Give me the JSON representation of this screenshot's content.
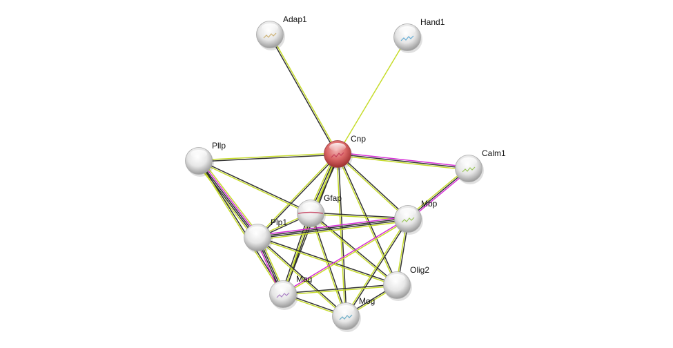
{
  "edge_colors": {
    "coexpression": "#333333",
    "textmining": "#c6dc2a",
    "experiments": "#d62ed6"
  },
  "query_color": "#d96565",
  "nodes": [
    {
      "id": "Adap1",
      "label": "Adap1",
      "query": false,
      "structure": "tan"
    },
    {
      "id": "Hand1",
      "label": "Hand1",
      "query": false,
      "structure": "blue-green"
    },
    {
      "id": "Cnp",
      "label": "Cnp",
      "query": true,
      "structure": "red"
    },
    {
      "id": "Pllp",
      "label": "Pllp",
      "query": false,
      "structure": "none"
    },
    {
      "id": "Calm1",
      "label": "Calm1",
      "query": false,
      "structure": "green"
    },
    {
      "id": "Gfap",
      "label": "Gfap",
      "query": false,
      "structure": "red"
    },
    {
      "id": "Mbp",
      "label": "Mbp",
      "query": false,
      "structure": "green"
    },
    {
      "id": "Plp1",
      "label": "Plp1",
      "query": false,
      "structure": "none"
    },
    {
      "id": "Olig2",
      "label": "Olig2",
      "query": false,
      "structure": "none"
    },
    {
      "id": "Mag",
      "label": "Mag",
      "query": false,
      "structure": "purple"
    },
    {
      "id": "Mog",
      "label": "Mog",
      "query": false,
      "structure": "multicolor"
    }
  ],
  "edges": [
    [
      "Cnp",
      "Adap1",
      [
        "coexpression",
        "textmining"
      ]
    ],
    [
      "Cnp",
      "Hand1",
      [
        "textmining"
      ]
    ],
    [
      "Cnp",
      "Pllp",
      [
        "coexpression",
        "textmining"
      ]
    ],
    [
      "Cnp",
      "Calm1",
      [
        "experiments",
        "coexpression",
        "textmining"
      ]
    ],
    [
      "Cnp",
      "Gfap",
      [
        "coexpression",
        "textmining",
        "coexpression",
        "textmining"
      ]
    ],
    [
      "Cnp",
      "Plp1",
      [
        "coexpression",
        "textmining"
      ]
    ],
    [
      "Cnp",
      "Mbp",
      [
        "coexpression",
        "textmining"
      ]
    ],
    [
      "Cnp",
      "Olig2",
      [
        "coexpression",
        "textmining"
      ]
    ],
    [
      "Cnp",
      "Mog",
      [
        "coexpression",
        "textmining"
      ]
    ],
    [
      "Cnp",
      "Mag",
      [
        "coexpression",
        "textmining"
      ]
    ],
    [
      "Calm1",
      "Mbp",
      [
        "experiments",
        "coexpression",
        "textmining"
      ]
    ],
    [
      "Pllp",
      "Plp1",
      [
        "textmining",
        "experiments",
        "coexpression",
        "coexpression",
        "textmining"
      ]
    ],
    [
      "Pllp",
      "Mag",
      [
        "coexpression",
        "textmining"
      ]
    ],
    [
      "Pllp",
      "Gfap",
      [
        "coexpression",
        "textmining"
      ]
    ],
    [
      "Gfap",
      "Mbp",
      [
        "coexpression",
        "textmining"
      ]
    ],
    [
      "Gfap",
      "Plp1",
      [
        "coexpression",
        "textmining"
      ]
    ],
    [
      "Gfap",
      "Mag",
      [
        "coexpression",
        "textmining",
        "coexpression"
      ]
    ],
    [
      "Gfap",
      "Mog",
      [
        "coexpression",
        "textmining"
      ]
    ],
    [
      "Gfap",
      "Olig2",
      [
        "coexpression",
        "textmining"
      ]
    ],
    [
      "Plp1",
      "Mbp",
      [
        "experiments",
        "coexpression",
        "coexpression",
        "textmining"
      ]
    ],
    [
      "Plp1",
      "Mag",
      [
        "textmining",
        "coexpression",
        "coexpression",
        "experiments"
      ]
    ],
    [
      "Plp1",
      "Mog",
      [
        "coexpression",
        "textmining"
      ]
    ],
    [
      "Plp1",
      "Olig2",
      [
        "coexpression",
        "textmining"
      ]
    ],
    [
      "Mbp",
      "Mag",
      [
        "textmining",
        "experiments"
      ]
    ],
    [
      "Mbp",
      "Mog",
      [
        "coexpression",
        "textmining"
      ]
    ],
    [
      "Mbp",
      "Olig2",
      [
        "coexpression",
        "textmining"
      ]
    ],
    [
      "Mag",
      "Olig2",
      [
        "coexpression",
        "textmining"
      ]
    ],
    [
      "Mag",
      "Mog",
      [
        "coexpression",
        "textmining"
      ]
    ],
    [
      "Mog",
      "Olig2",
      [
        "coexpression",
        "textmining"
      ]
    ]
  ]
}
